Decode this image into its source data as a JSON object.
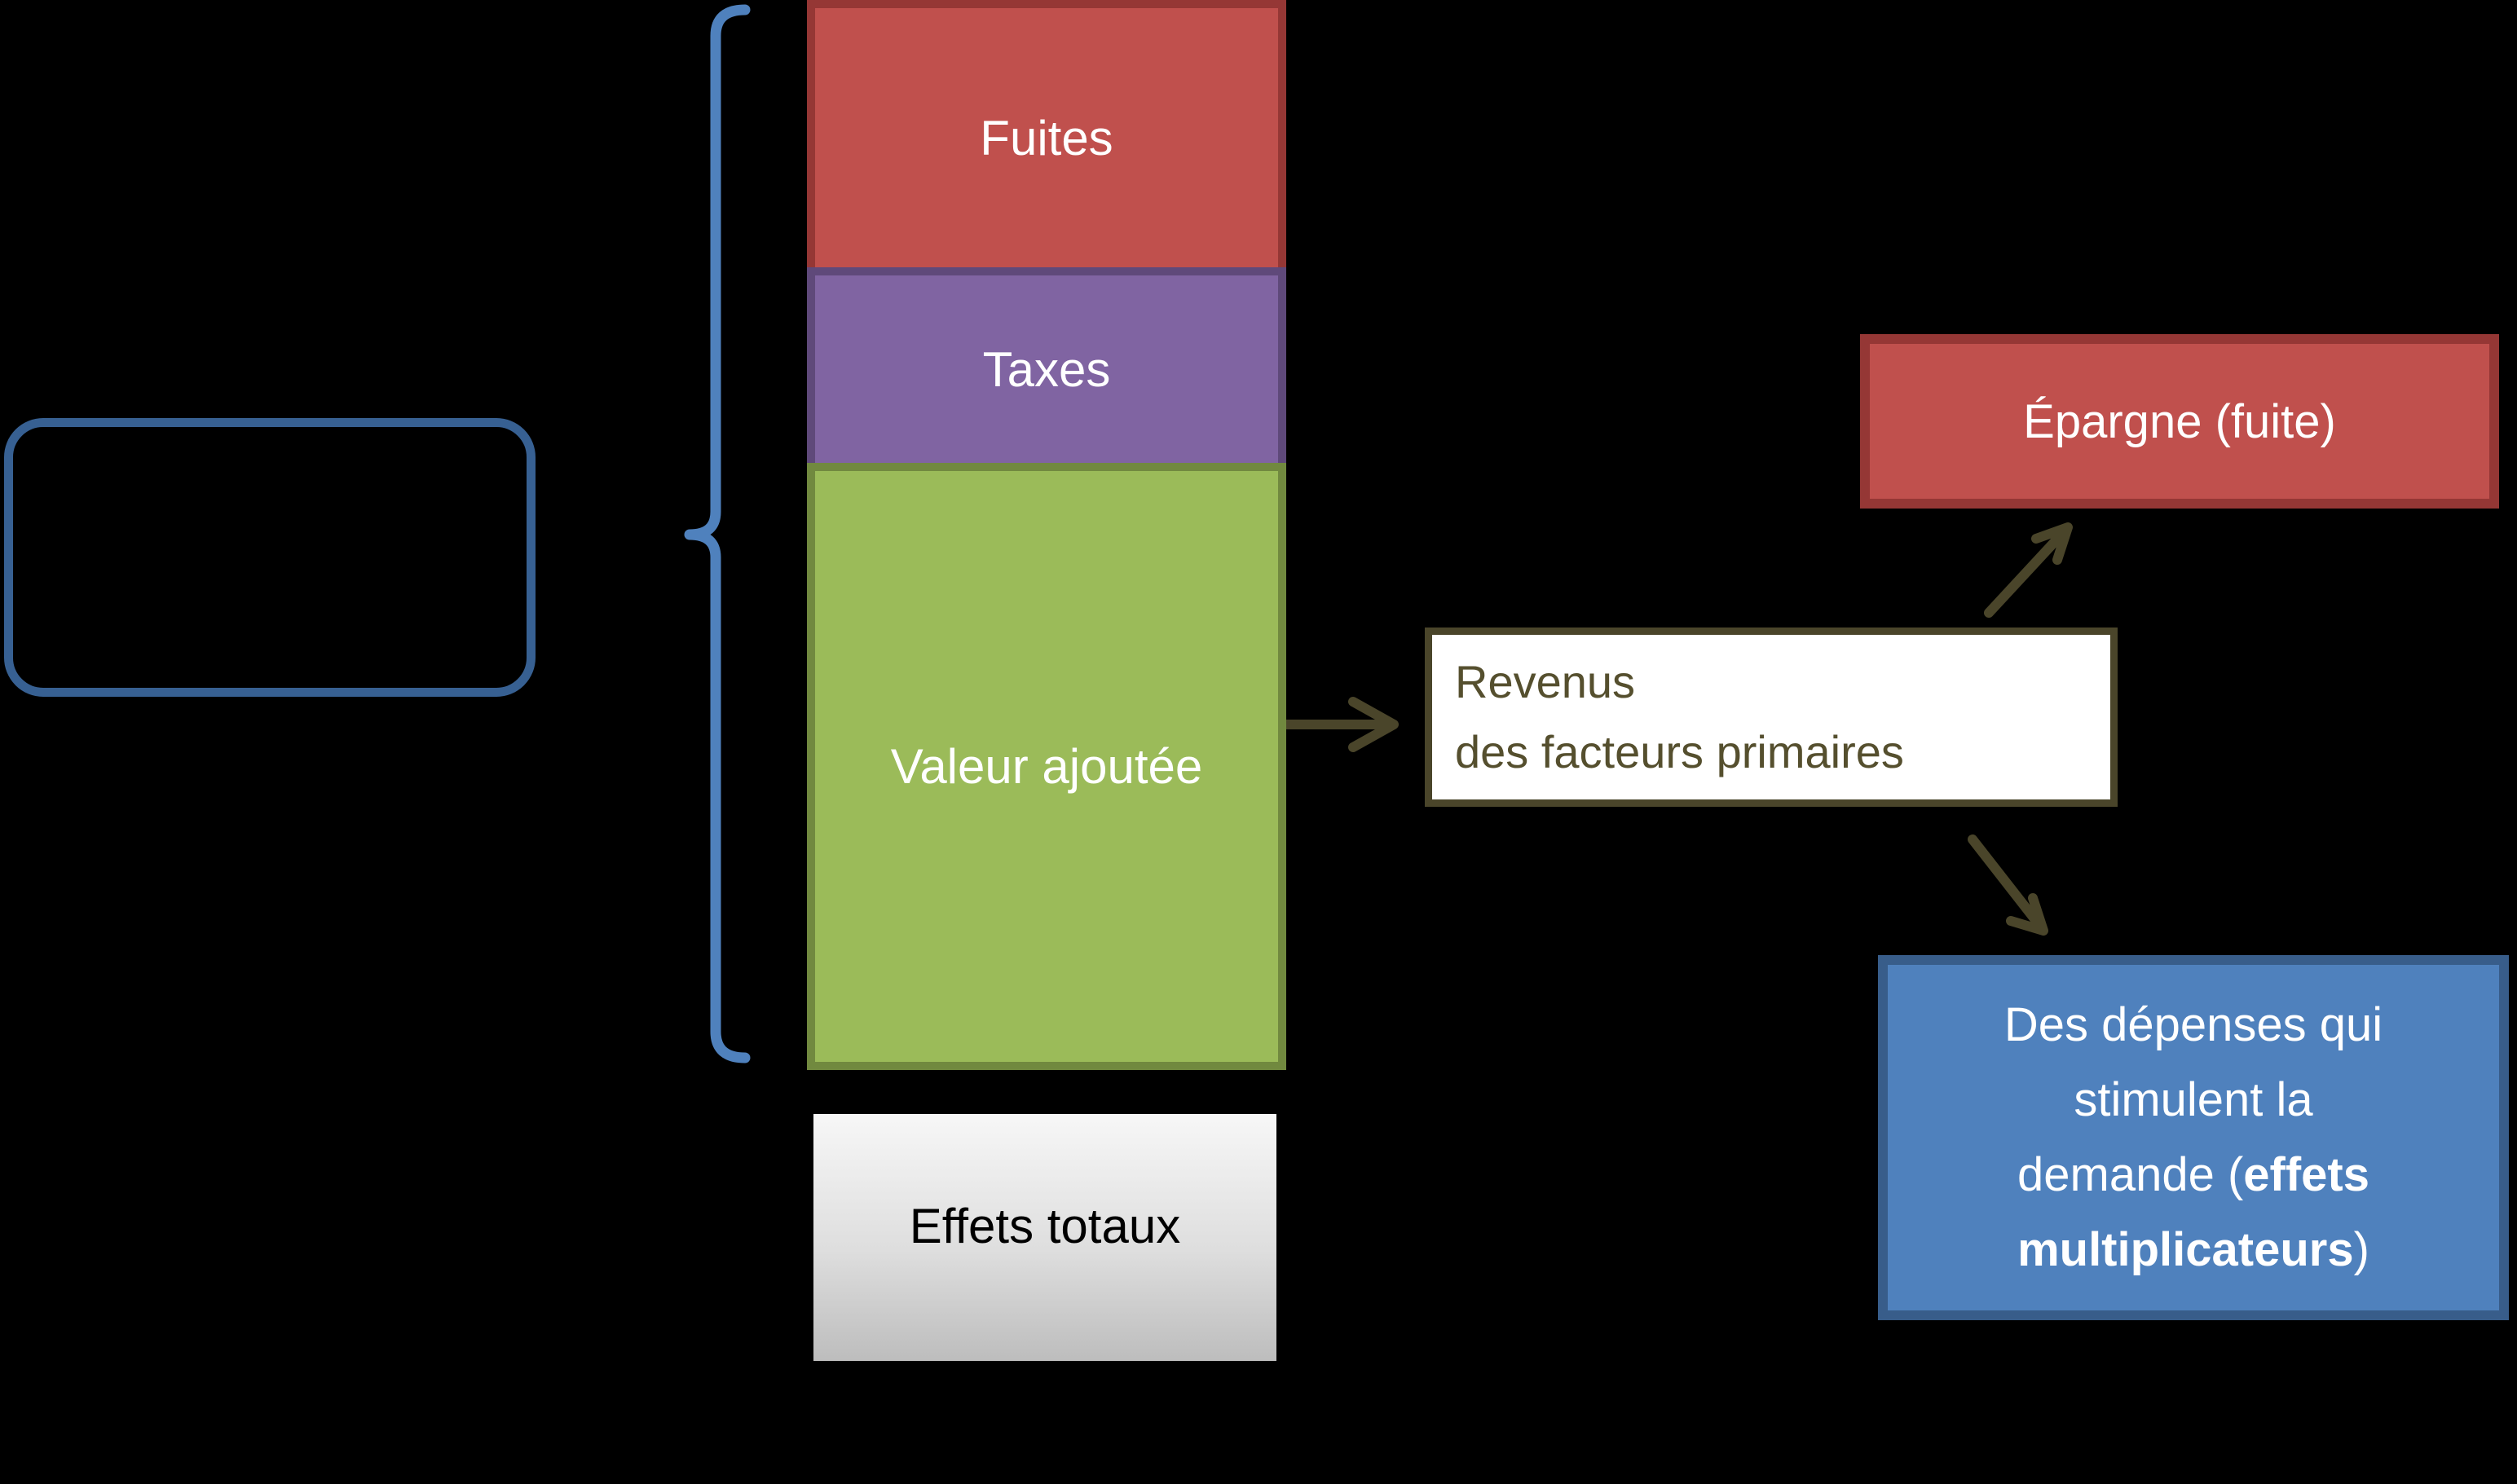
{
  "colors": {
    "background": "#000000",
    "brace": "#4F81BD",
    "arrow": "#4A452A",
    "rounded_box_border": "#376092",
    "revenus_border": "#4A452A",
    "revenus_text": "#554F2E",
    "epargne_fill": "#C0504D",
    "epargne_border": "#953735",
    "depenses_fill": "#4F81BD",
    "depenses_border": "#385D8A",
    "total_box_top": "#F7F7F7",
    "total_box_bottom": "#BDBDBD",
    "total_box_text": "#000000"
  },
  "bar": {
    "segments": [
      {
        "label": "Fuites",
        "fill": "#C0504D",
        "border": "#953735"
      },
      {
        "label": "Taxes",
        "fill": "#8064A2",
        "border": "#5F497A"
      },
      {
        "label": "Valeur ajoutée",
        "fill": "#9BBB59",
        "border": "#71893F"
      }
    ]
  },
  "total_box": {
    "label": "Effets totaux"
  },
  "revenus_box": {
    "line1": "Revenus",
    "line2": "des facteurs primaires"
  },
  "epargne_box": {
    "label": "Épargne (fuite)"
  },
  "depenses_box": {
    "lines": [
      [
        {
          "text": "Des dépenses qui"
        }
      ],
      [
        {
          "text": "stimulent la"
        }
      ],
      [
        {
          "text": "demande ("
        },
        {
          "text": "effets",
          "bold": true
        }
      ],
      [
        {
          "text": "multiplicateurs",
          "bold": true
        },
        {
          "text": ")"
        }
      ]
    ]
  }
}
